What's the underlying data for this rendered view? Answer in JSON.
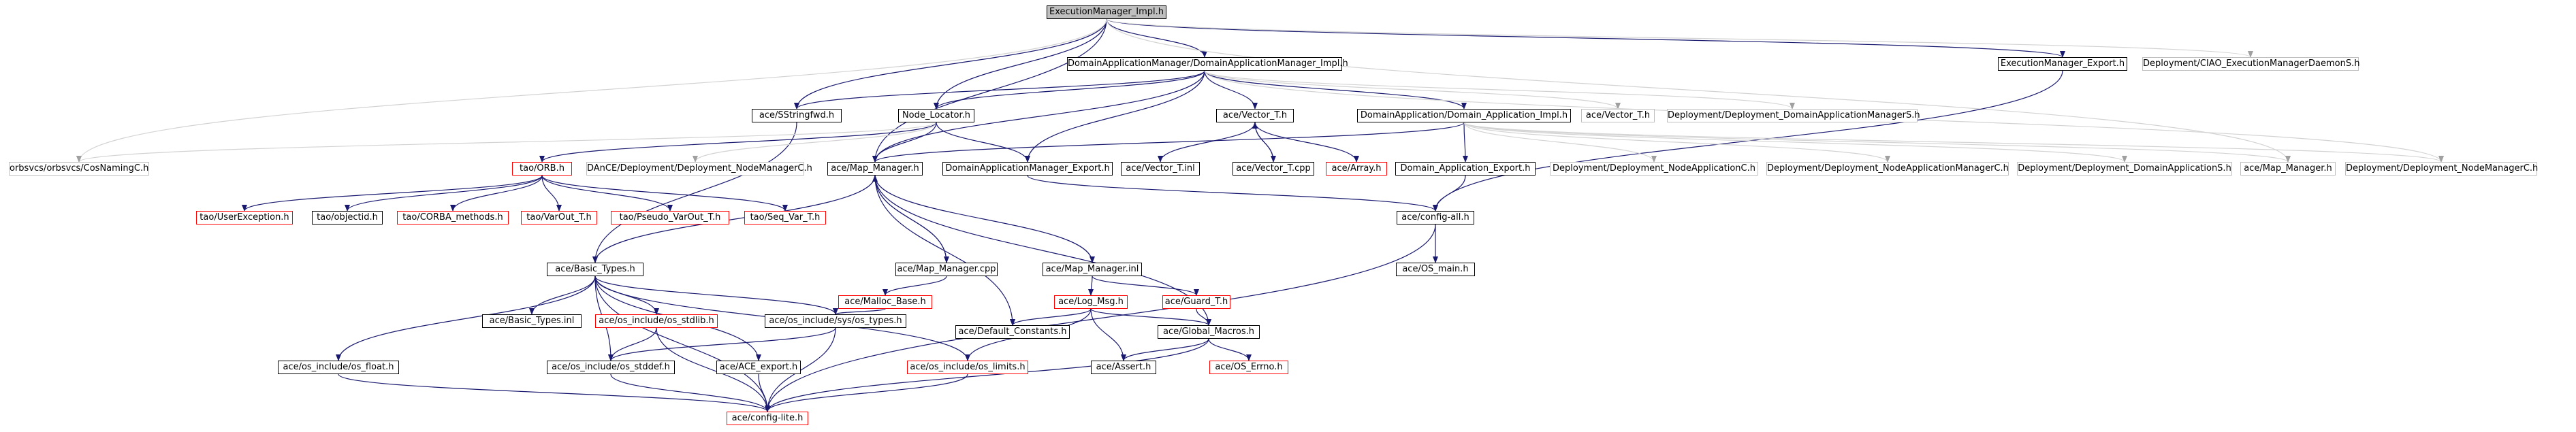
{
  "colors": {
    "edge": "#191970",
    "edge_gray": "#d3d3d3",
    "node_border": "#000000",
    "node_gray": "#bfbfbf",
    "node_red": "#ff0000",
    "root_fill": "#bfbfbf"
  },
  "nodes": {
    "n0": {
      "label": "ExecutionManager_Impl.h",
      "kind": "root"
    },
    "n1": {
      "label": "DomainApplicationManager/DomainApplicationManager_Impl.h",
      "kind": "normal"
    },
    "n2": {
      "label": "ExecutionManager_Export.h",
      "kind": "normal"
    },
    "n3": {
      "label": "Deployment/CIAO_ExecutionManagerDaemonS.h",
      "kind": "gray"
    },
    "n4": {
      "label": "ace/SStringfwd.h",
      "kind": "normal"
    },
    "n5": {
      "label": "Node_Locator.h",
      "kind": "normal"
    },
    "n6": {
      "label": "ace/Vector_T.h",
      "kind": "normal"
    },
    "n7": {
      "label": "DomainApplication/Domain_Application_Impl.h",
      "kind": "normal"
    },
    "n8": {
      "label": "ace/Vector_T.h",
      "kind": "gray"
    },
    "n9": {
      "label": "Deployment/Deployment_DomainApplicationManagerS.h",
      "kind": "gray"
    },
    "n10": {
      "label": "orbsvcs/orbsvcs/CosNamingC.h",
      "kind": "gray"
    },
    "n11": {
      "label": "tao/ORB.h",
      "kind": "red"
    },
    "n12": {
      "label": "DAnCE/Deployment/Deployment_NodeManagerC.h",
      "kind": "gray"
    },
    "n13": {
      "label": "ace/Map_Manager.h",
      "kind": "normal"
    },
    "n14": {
      "label": "DomainApplicationManager_Export.h",
      "kind": "normal"
    },
    "n15": {
      "label": "ace/Vector_T.inl",
      "kind": "normal"
    },
    "n16": {
      "label": "ace/Vector_T.cpp",
      "kind": "normal"
    },
    "n17": {
      "label": "ace/Array.h",
      "kind": "red"
    },
    "n18": {
      "label": "Domain_Application_Export.h",
      "kind": "normal"
    },
    "n19": {
      "label": "Deployment/Deployment_NodeApplicationC.h",
      "kind": "gray"
    },
    "n20": {
      "label": "Deployment/Deployment_NodeApplicationManagerC.h",
      "kind": "gray"
    },
    "n21": {
      "label": "Deployment/Deployment_DomainApplicationS.h",
      "kind": "gray"
    },
    "n22": {
      "label": "ace/Map_Manager.h",
      "kind": "gray"
    },
    "n23": {
      "label": "Deployment/Deployment_NodeManagerC.h",
      "kind": "gray"
    },
    "n24": {
      "label": "tao/UserException.h",
      "kind": "red"
    },
    "n25": {
      "label": "tao/objectid.h",
      "kind": "normal"
    },
    "n26": {
      "label": "tao/CORBA_methods.h",
      "kind": "red"
    },
    "n27": {
      "label": "tao/VarOut_T.h",
      "kind": "red"
    },
    "n28": {
      "label": "tao/Pseudo_VarOut_T.h",
      "kind": "red"
    },
    "n29": {
      "label": "tao/Seq_Var_T.h",
      "kind": "red"
    },
    "n30": {
      "label": "ace/Map_Manager.cpp",
      "kind": "normal"
    },
    "n31": {
      "label": "ace/Map_Manager.inl",
      "kind": "normal"
    },
    "n32": {
      "label": "ace/config-all.h",
      "kind": "normal"
    },
    "n33": {
      "label": "ace/Malloc_Base.h",
      "kind": "red"
    },
    "n34": {
      "label": "ace/Log_Msg.h",
      "kind": "red"
    },
    "n35": {
      "label": "ace/Guard_T.h",
      "kind": "red"
    },
    "n36": {
      "label": "ace/OS_main.h",
      "kind": "normal"
    },
    "n37": {
      "label": "ace/Basic_Types.h",
      "kind": "normal"
    },
    "n38": {
      "label": "ace/Basic_Types.inl",
      "kind": "normal"
    },
    "n39": {
      "label": "ace/os_include/os_stdlib.h",
      "kind": "red"
    },
    "n40": {
      "label": "ace/os_include/sys/os_types.h",
      "kind": "normal"
    },
    "n41": {
      "label": "ace/Default_Constants.h",
      "kind": "normal"
    },
    "n42": {
      "label": "ace/Global_Macros.h",
      "kind": "normal"
    },
    "n43": {
      "label": "ace/os_include/os_float.h",
      "kind": "normal"
    },
    "n44": {
      "label": "ace/os_include/os_stddef.h",
      "kind": "normal"
    },
    "n45": {
      "label": "ace/ACE_export.h",
      "kind": "normal"
    },
    "n46": {
      "label": "ace/os_include/os_limits.h",
      "kind": "red"
    },
    "n47": {
      "label": "ace/Assert.h",
      "kind": "normal"
    },
    "n48": {
      "label": "ace/OS_Errno.h",
      "kind": "red"
    },
    "n49": {
      "label": "ace/config-lite.h",
      "kind": "red"
    }
  }
}
